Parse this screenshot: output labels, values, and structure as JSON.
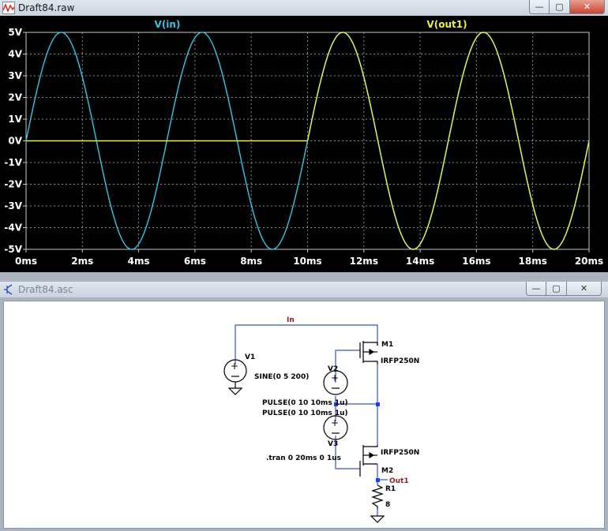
{
  "plot_window": {
    "title": "Draft84.raw",
    "icon": "waveform-icon"
  },
  "schematic_window": {
    "title": "Draft84.asc",
    "icon": "schematic-icon"
  },
  "window_controls": {
    "minimize": "—",
    "maximize": "▢",
    "close": "✕"
  },
  "chart_data": {
    "type": "line",
    "xlabel": "",
    "ylabel": "",
    "xlim": [
      0,
      20
    ],
    "ylim": [
      -5,
      5
    ],
    "x_ticks": [
      0,
      2,
      4,
      6,
      8,
      10,
      12,
      14,
      16,
      18,
      20
    ],
    "x_tick_labels": [
      "0ms",
      "2ms",
      "4ms",
      "6ms",
      "8ms",
      "10ms",
      "12ms",
      "14ms",
      "16ms",
      "18ms",
      "20ms"
    ],
    "y_ticks": [
      5,
      4,
      3,
      2,
      1,
      0,
      -1,
      -2,
      -3,
      -4,
      -5
    ],
    "y_tick_labels": [
      "5V",
      "4V",
      "3V",
      "2V",
      "1V",
      "0V",
      "-1V",
      "-2V",
      "-3V",
      "-4V",
      "-5V"
    ],
    "grid": true,
    "series": [
      {
        "name": "V(in)",
        "color": "#2ec8e6",
        "function": "sine",
        "amplitude": 5,
        "frequency_hz": 200,
        "x_start": 0,
        "x_end": 20
      },
      {
        "name": "V(out1)",
        "color": "#f0f03c",
        "function": "sine_after_step",
        "amplitude": 5,
        "frequency_hz": 200,
        "zero_until": 10,
        "x_end": 20
      }
    ]
  },
  "schematic": {
    "net_in": "In",
    "net_out": "Out1",
    "v1": {
      "name": "V1",
      "value": "SINE(0 5 200)"
    },
    "v2": {
      "name": "V2",
      "value": "PULSE(0 10 10ms 1u)"
    },
    "v3": {
      "name": "V3",
      "value": "PULSE(0 10 10ms 1u)"
    },
    "m1": {
      "name": "M1",
      "model": "IRFP250N"
    },
    "m2": {
      "name": "M2",
      "model": "IRFP250N"
    },
    "r1": {
      "name": "R1",
      "value": "8"
    },
    "directive": ".tran 0 20ms 0 1us",
    "colors": {
      "wire": "#3a52c8",
      "component": "#000000",
      "label": "#8a1f1f",
      "node": "#1e3cff"
    }
  }
}
